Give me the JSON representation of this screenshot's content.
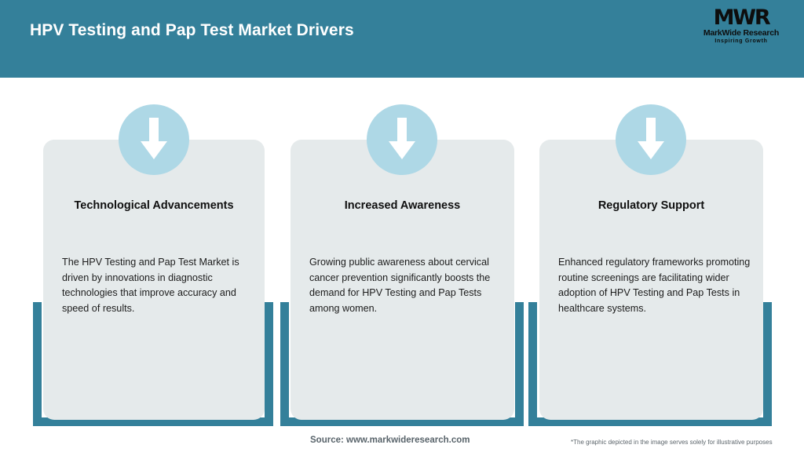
{
  "header": {
    "title": "HPV Testing and Pap Test Market Drivers",
    "background_color": "#34809a",
    "title_color": "#ffffff",
    "logo": {
      "mark": "MWR",
      "name": "MarkWide Research",
      "tagline": "Inspiring Growth"
    }
  },
  "theme": {
    "accent_teal": "#34809a",
    "card_background": "#e5eaeb",
    "icon_circle": "#aed8e6",
    "arrow_color": "#ffffff"
  },
  "cards": [
    {
      "icon": "arrow-down-icon",
      "title": "Technological Advancements",
      "body": "The HPV Testing and Pap Test Market is driven by innovations in diagnostic technologies that improve accuracy and speed of results."
    },
    {
      "icon": "arrow-down-icon",
      "title": "Increased Awareness",
      "body": "Growing public awareness about cervical cancer prevention significantly boosts the demand for HPV Testing and Pap Tests among women."
    },
    {
      "icon": "arrow-down-icon",
      "title": "Regulatory Support",
      "body": "Enhanced regulatory frameworks promoting routine screenings are facilitating wider adoption of HPV Testing and Pap Tests in healthcare systems."
    }
  ],
  "footer": {
    "source": "Source: www.markwideresearch.com",
    "disclaimer": "*The graphic depicted in the image serves solely for illustrative purposes"
  }
}
